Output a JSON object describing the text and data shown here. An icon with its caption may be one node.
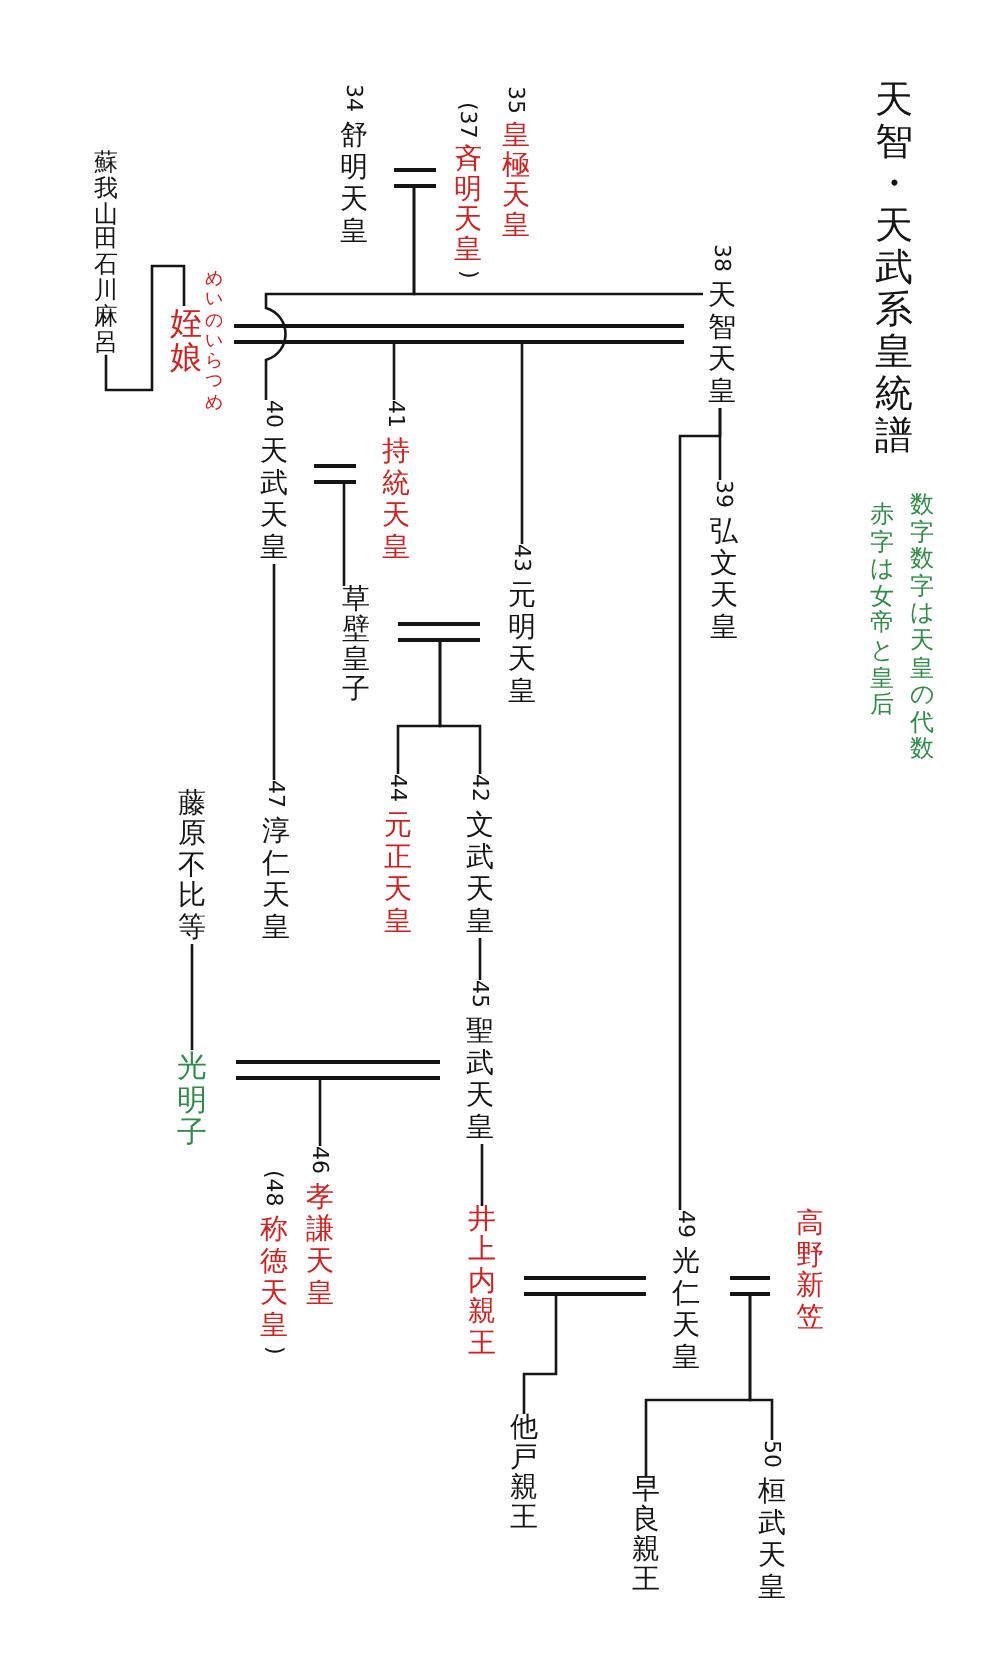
{
  "diagram": {
    "title": "天智・天武系皇統譜",
    "nodes": [
      {
        "text": [
          "34 舒明天皇"
        ]
      },
      {
        "text": [
          "35 皇極天皇",
          "(37 斉明天皇)"
        ]
      },
      {
        "text": [
          "蘇我山田石川麻呂"
        ]
      },
      {
        "text": [],
        "shape": "bar"
      },
      {
        "text": [
          "38 天智天皇"
        ]
      },
      {
        "text": [
          "姪娘"
        ],
        "beside": [
          "めいのいらつめ"
        ]
      },
      {
        "text": [],
        "shape": "bar"
      },
      {
        "text": [
          "40 天武天皇"
        ]
      },
      {
        "text": [
          "41 持統天皇"
        ]
      },
      {
        "text": [],
        "shape": "bar"
      },
      {
        "text": [
          "39 弘文天皇"
        ]
      },
      {
        "text": [
          "43 元明天皇"
        ]
      },
      {
        "text": [
          "草壁皇子"
        ]
      },
      {
        "text": [],
        "shape": "bar"
      },
      {
        "text": [
          "44 元正天皇"
        ]
      },
      {
        "text": [
          "42 文武天皇"
        ]
      },
      {
        "text": [
          "47 淳仁天皇"
        ]
      },
      {
        "text": [
          "藤原不比等"
        ]
      },
      {
        "text": [
          "45 聖武天皇"
        ]
      },
      {
        "text": [
          "光明子"
        ]
      },
      {
        "text": [],
        "shape": "bar"
      },
      {
        "text": [
          "46 孝謙天皇",
          "(48 称徳天皇)"
        ]
      },
      {
        "text": [
          "井上内親王"
        ]
      },
      {
        "text": [
          "49 光仁天皇"
        ]
      },
      {
        "text": [
          "高野新笠"
        ]
      },
      {
        "text": [],
        "shape": "bar"
      },
      {
        "text": [],
        "shape": "bar"
      },
      {
        "text": [
          "他戸親王"
        ]
      },
      {
        "text": [
          "50 桓武天皇"
        ]
      },
      {
        "text": [
          "早良親王"
        ]
      }
    ],
    "edges": [
      {
        "from": 3,
        "to": 4,
        "arrow": "none"
      },
      {
        "from": 3,
        "to": 7,
        "arrow": "none"
      },
      {
        "from": 2,
        "to": 5,
        "arrow": "none"
      },
      {
        "from": 6,
        "to": 8,
        "arrow": "none"
      },
      {
        "from": 6,
        "to": 11,
        "arrow": "none"
      },
      {
        "from": 4,
        "to": 10,
        "arrow": "none"
      },
      {
        "from": 4,
        "to": 23,
        "arrow": "none"
      },
      {
        "from": 9,
        "to": 12,
        "arrow": "none"
      },
      {
        "from": 13,
        "to": 14,
        "arrow": "none"
      },
      {
        "from": 13,
        "to": 15,
        "arrow": "none"
      },
      {
        "from": 7,
        "to": 16,
        "arrow": "none"
      },
      {
        "from": 17,
        "to": 19,
        "arrow": "none"
      },
      {
        "from": 15,
        "to": 18,
        "arrow": "none"
      },
      {
        "from": 20,
        "to": 21,
        "arrow": "none"
      },
      {
        "from": 18,
        "to": 22,
        "arrow": "none"
      },
      {
        "from": 25,
        "to": 27,
        "arrow": "none"
      },
      {
        "from": 26,
        "to": 29,
        "arrow": "none"
      },
      {
        "from": 26,
        "to": 28,
        "arrow": "none"
      }
    ],
    "labels": [
      "数字数字は天皇の代数",
      "赤字は女帝と皇后"
    ]
  }
}
